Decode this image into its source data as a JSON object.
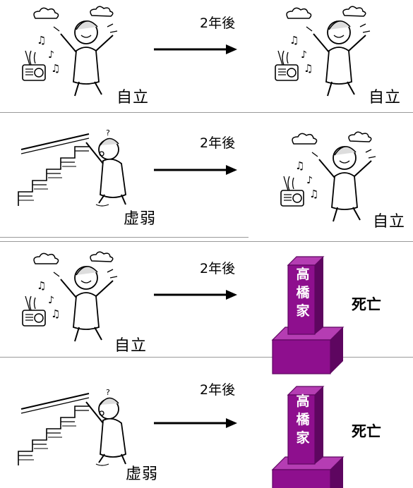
{
  "rows": [
    {
      "before": "自立",
      "period": "2年後",
      "after": "自立"
    },
    {
      "before": "虚弱",
      "period": "2年後",
      "after": "自立"
    },
    {
      "before": "自立",
      "period": "2年後",
      "after_death": "死亡",
      "grave": [
        "高",
        "橋",
        "家"
      ]
    },
    {
      "before": "虚弱",
      "period": "2年後",
      "after_death": "死亡",
      "grave": [
        "高",
        "橋",
        "家"
      ]
    }
  ],
  "colors": {
    "grave": "#8e0f8e",
    "grave_dark": "#5e0660",
    "separator": "#9a9a9a"
  },
  "icons": [
    "happy-elder-with-radio-illustration",
    "elder-climbing-stairs-illustration",
    "family-grave-illustration",
    "right-arrow-icon"
  ]
}
